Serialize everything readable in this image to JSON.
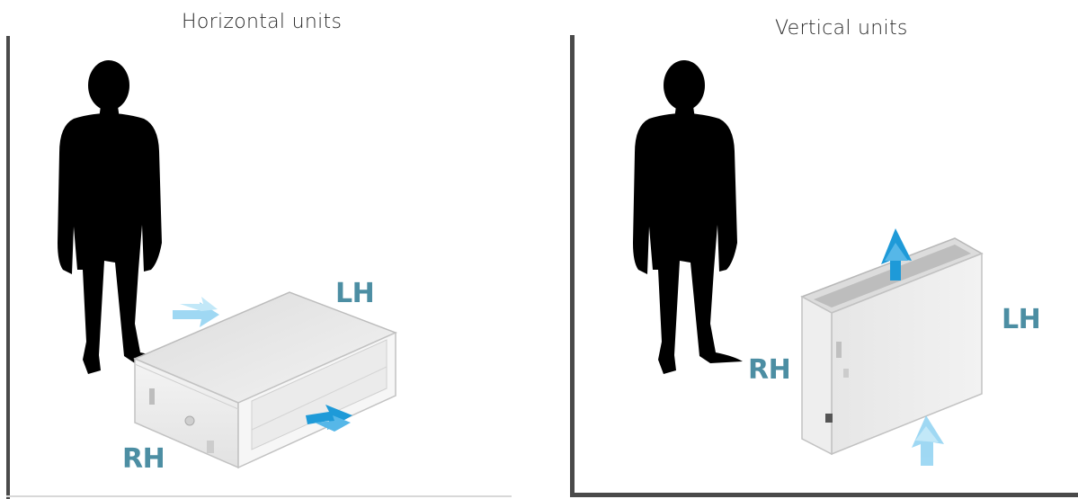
{
  "panels": {
    "horizontal": {
      "title": "Horizontal units",
      "label_top": "LH",
      "label_bottom": "RH"
    },
    "vertical": {
      "title": "Vertical units",
      "label_right": "LH",
      "label_left": "RH"
    }
  },
  "colors": {
    "label": "#4c8ea3",
    "wall": "#4a4a4a",
    "arrow_dark": "#1e9ad8",
    "arrow_light": "#8fd2f2",
    "unit_body": "#e9e9e9",
    "silhouette": "#000000"
  },
  "icons": {
    "person": "person-silhouette-icon",
    "unit": "fan-coil-unit-icon",
    "airflow": "airflow-arrow-icon"
  }
}
